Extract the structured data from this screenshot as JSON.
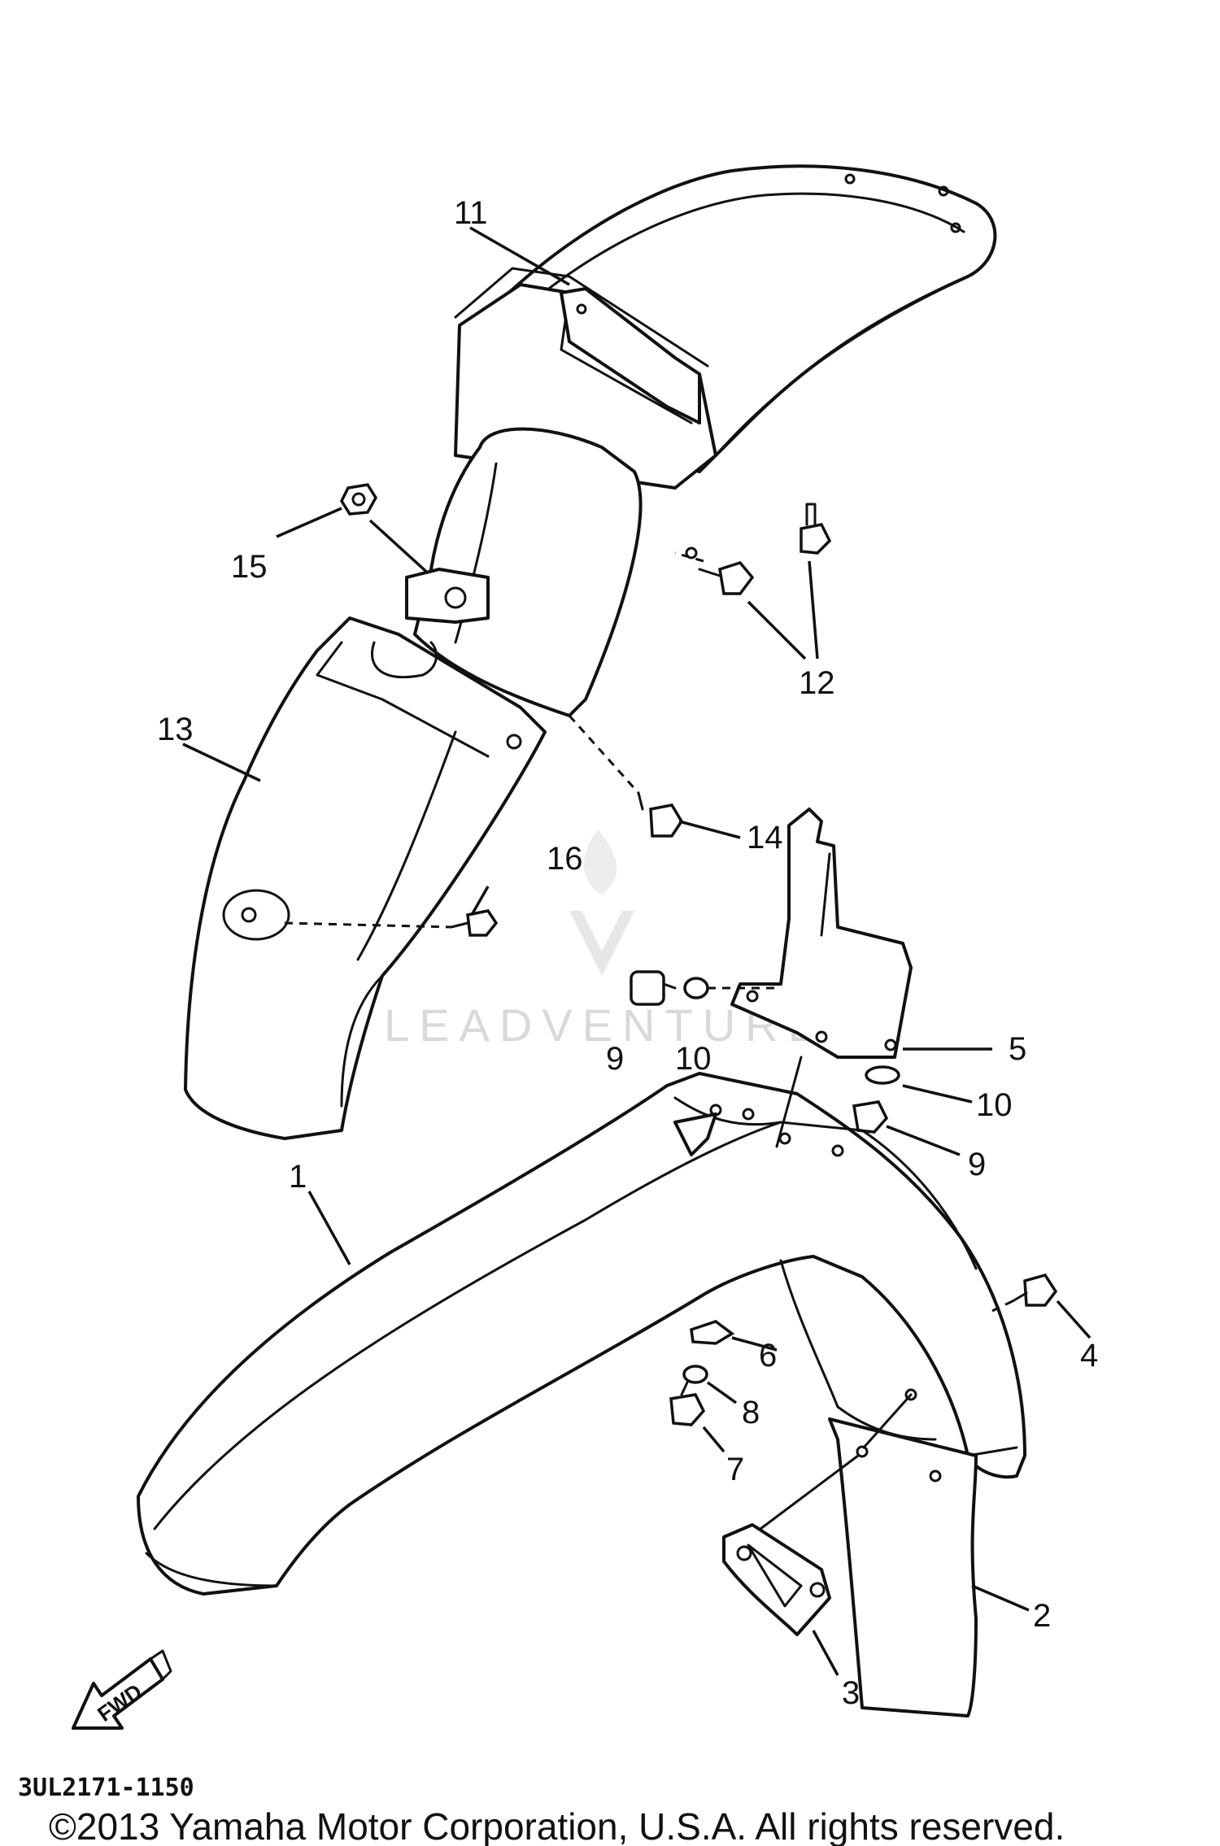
{
  "watermark": "LEADVENTURE",
  "diagram_code": "3UL2171-1150",
  "copyright": "©2013 Yamaha Motor Corporation, U.S.A. All rights reserved.",
  "direction_label": "FWD",
  "callouts": {
    "c1": "1",
    "c2": "2",
    "c3": "3",
    "c4": "4",
    "c5": "5",
    "c6": "6",
    "c7": "7",
    "c8": "8",
    "c9a": "9",
    "c9b": "9",
    "c10a": "10",
    "c10b": "10",
    "c11": "11",
    "c12": "12",
    "c13": "13",
    "c14": "14",
    "c15": "15",
    "c16": "16"
  }
}
